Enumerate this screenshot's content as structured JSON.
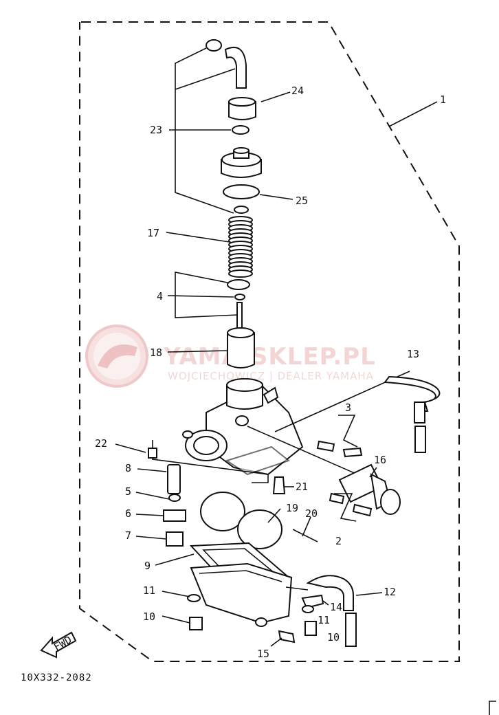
{
  "diagram": {
    "code": "10X332-2082",
    "fwd": "FWD",
    "watermark": {
      "brand": "YAMA-SKLEP.PL",
      "tagline": "WOJCIECHOWICZ | DEALER YAMAHA"
    },
    "labels": {
      "p1": "1",
      "p2": "2",
      "p3": "3",
      "p4": "4",
      "p5": "5",
      "p6": "6",
      "p7": "7",
      "p8": "8",
      "p9": "9",
      "p10a": "10",
      "p10b": "10",
      "p11a": "11",
      "p11b": "11",
      "p12": "12",
      "p13": "13",
      "p14": "14",
      "p15": "15",
      "p16": "16",
      "p17": "17",
      "p18": "18",
      "p19": "19",
      "p20": "20",
      "p21": "21",
      "p22": "22",
      "p23": "23",
      "p24": "24",
      "p25": "25"
    }
  }
}
